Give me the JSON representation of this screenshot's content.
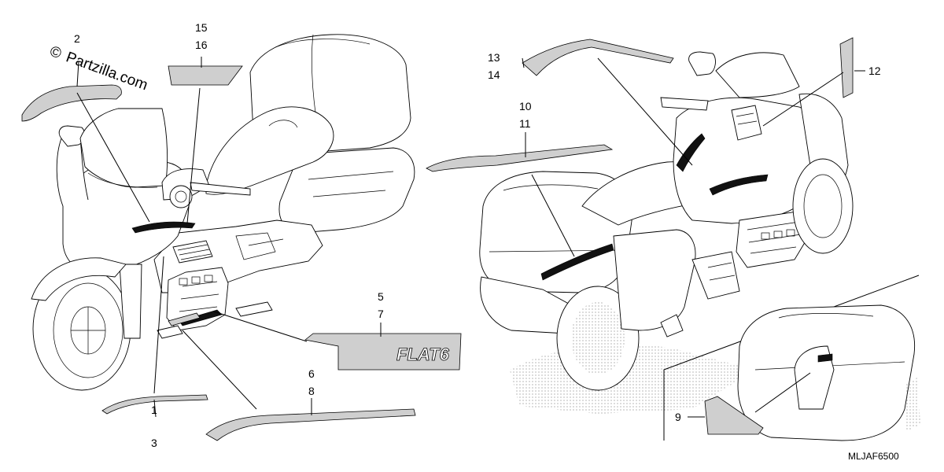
{
  "watermark": {
    "symbol": "©",
    "text": "Partzilla.com"
  },
  "diagram_code": "MLJAF6500",
  "callouts": {
    "c1": "1",
    "c3": "3",
    "c2": "2",
    "c15": "15",
    "c16": "16",
    "c5": "5",
    "c7": "7",
    "c6": "6",
    "c8": "8",
    "c13": "13",
    "c14": "14",
    "c10": "10",
    "c11": "11",
    "c12": "12",
    "c9": "9"
  },
  "decal_lettering": {
    "flat6": "FLAT6"
  }
}
